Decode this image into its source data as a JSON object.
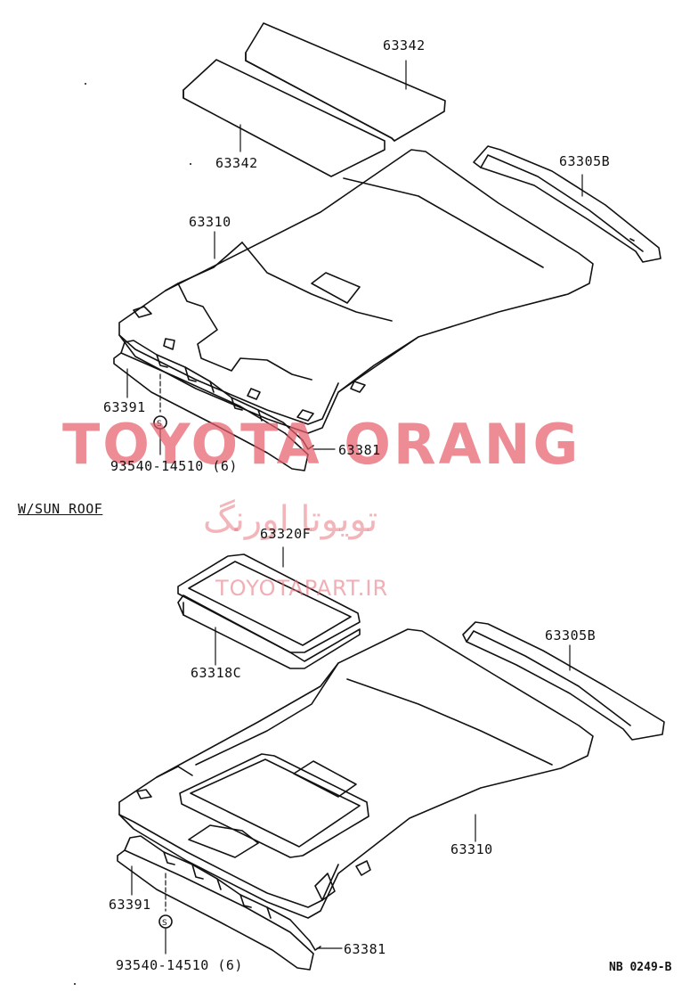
{
  "section_title": "W/SUN ROOF",
  "diagram_code": "NB 0249-B",
  "watermark": {
    "brand": "TOYOTA ORANG",
    "persian": "تویوتا اورنگ",
    "url": "TOYOTAPART.IR"
  },
  "upper_assembly": {
    "label_63342_a": "63342",
    "label_63342_b": "63342",
    "label_63305b": "63305B",
    "label_63310": "63310",
    "label_63391": "63391",
    "label_63381": "63381",
    "label_clip": "93540-14510 (6)"
  },
  "sunroof_assembly": {
    "label_63320f": "63320F",
    "label_63318c": "63318C",
    "label_63305b": "63305B",
    "label_63310": "63310",
    "label_63391": "63391",
    "label_63381": "63381",
    "label_clip": "93540-14510 (6)"
  },
  "colors": {
    "line": "#111111",
    "watermark": "#e8606e"
  }
}
